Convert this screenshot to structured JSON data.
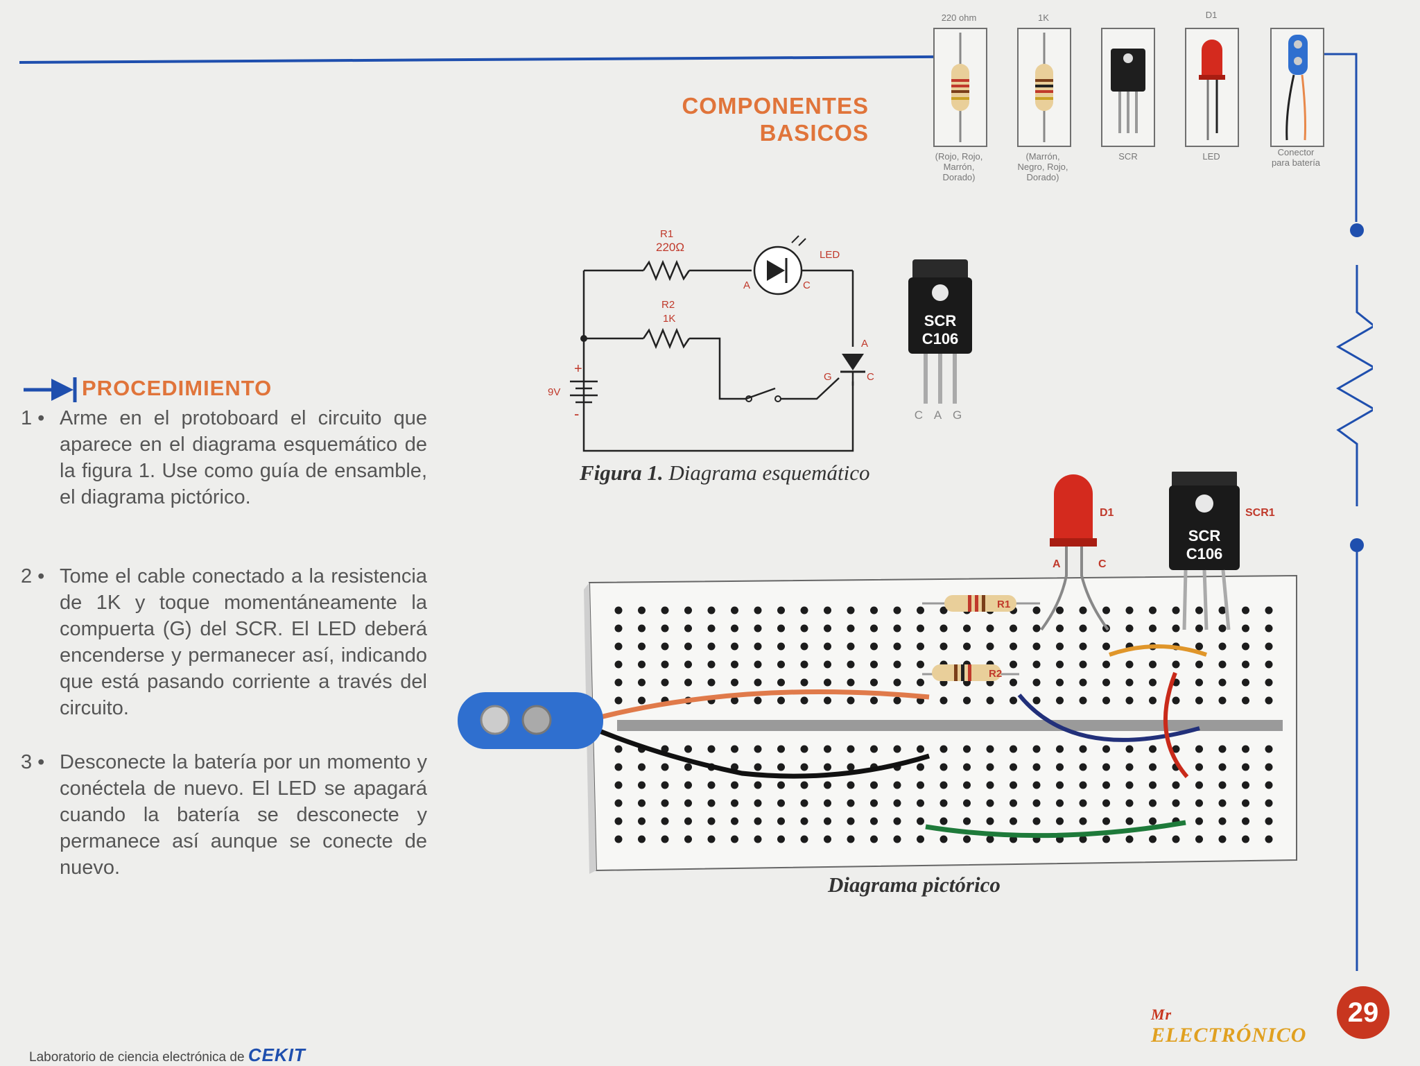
{
  "header": {
    "title_line1": "COMPONENTES",
    "title_line2": "BASICOS"
  },
  "components": [
    {
      "top": "220 ohm",
      "caption_lines": [
        "(Rojo, Rojo,",
        "Marrón,",
        "Dorado)"
      ],
      "icon": "resistor-220-icon"
    },
    {
      "top": "1K",
      "caption_lines": [
        "(Marrón,",
        "Negro, Rojo,",
        "Dorado)"
      ],
      "icon": "resistor-1k-icon"
    },
    {
      "top": "",
      "caption_lines": [
        "SCR"
      ],
      "icon": "scr-icon"
    },
    {
      "top": "D1",
      "caption_lines": [
        "LED"
      ],
      "icon": "led-icon"
    },
    {
      "top": "",
      "caption_lines": [
        "Conector",
        "para batería"
      ],
      "icon": "battery-connector-icon"
    }
  ],
  "schematic": {
    "r1_name": "R1",
    "r1_value": "220Ω",
    "r2_name": "R2",
    "r2_value": "1K",
    "led_label": "LED",
    "anode": "A",
    "cathode": "C",
    "battery_label": "9V",
    "plus": "+",
    "minus": "-",
    "scr_gate": "G",
    "scr_anode": "A",
    "scr_cathode": "C",
    "scr_text1": "SCR",
    "scr_text2": "C106",
    "scr_pins": "C A G",
    "caption_bold": "Figura 1.",
    "caption_rest": " Diagrama esquemático"
  },
  "procedure": {
    "title": "PROCEDIMIENTO",
    "steps": [
      {
        "num": "1 •",
        "text": "Arme en el protoboard el circuito que aparece en el diagrama esquemático de la figura 1. Use como guía de ensamble, el diagrama pictórico."
      },
      {
        "num": "2 •",
        "text": "Tome el cable conectado a la resistencia de 1K y toque momentáneamente la compuerta (G) del SCR. El LED deberá encenderse y permanecer así, indicando que está pasando corriente a través del circuito."
      },
      {
        "num": "3 •",
        "text": "Desconecte la batería por un momento y conéctela de nuevo. El LED se apagará cuando la batería se desconecte y permanece así aunque se conecte de nuevo."
      }
    ]
  },
  "pictorial": {
    "d1": "D1",
    "scr1": "SCR1",
    "a": "A",
    "c": "C",
    "r1": "R1",
    "r2": "R2",
    "scr_text1": "SCR",
    "scr_text2": "C106",
    "caption": "Diagrama pictórico"
  },
  "footer": {
    "text": "Laboratorio de ciencia electrónica de ",
    "brand": "CEKIT"
  },
  "logo": {
    "line1": "Mr",
    "line2": "ELECTRÓNICO"
  },
  "page_number": "29",
  "colors": {
    "accent_blue": "#1f4fae",
    "accent_orange": "#e0743a",
    "page_badge": "#c8361f"
  }
}
